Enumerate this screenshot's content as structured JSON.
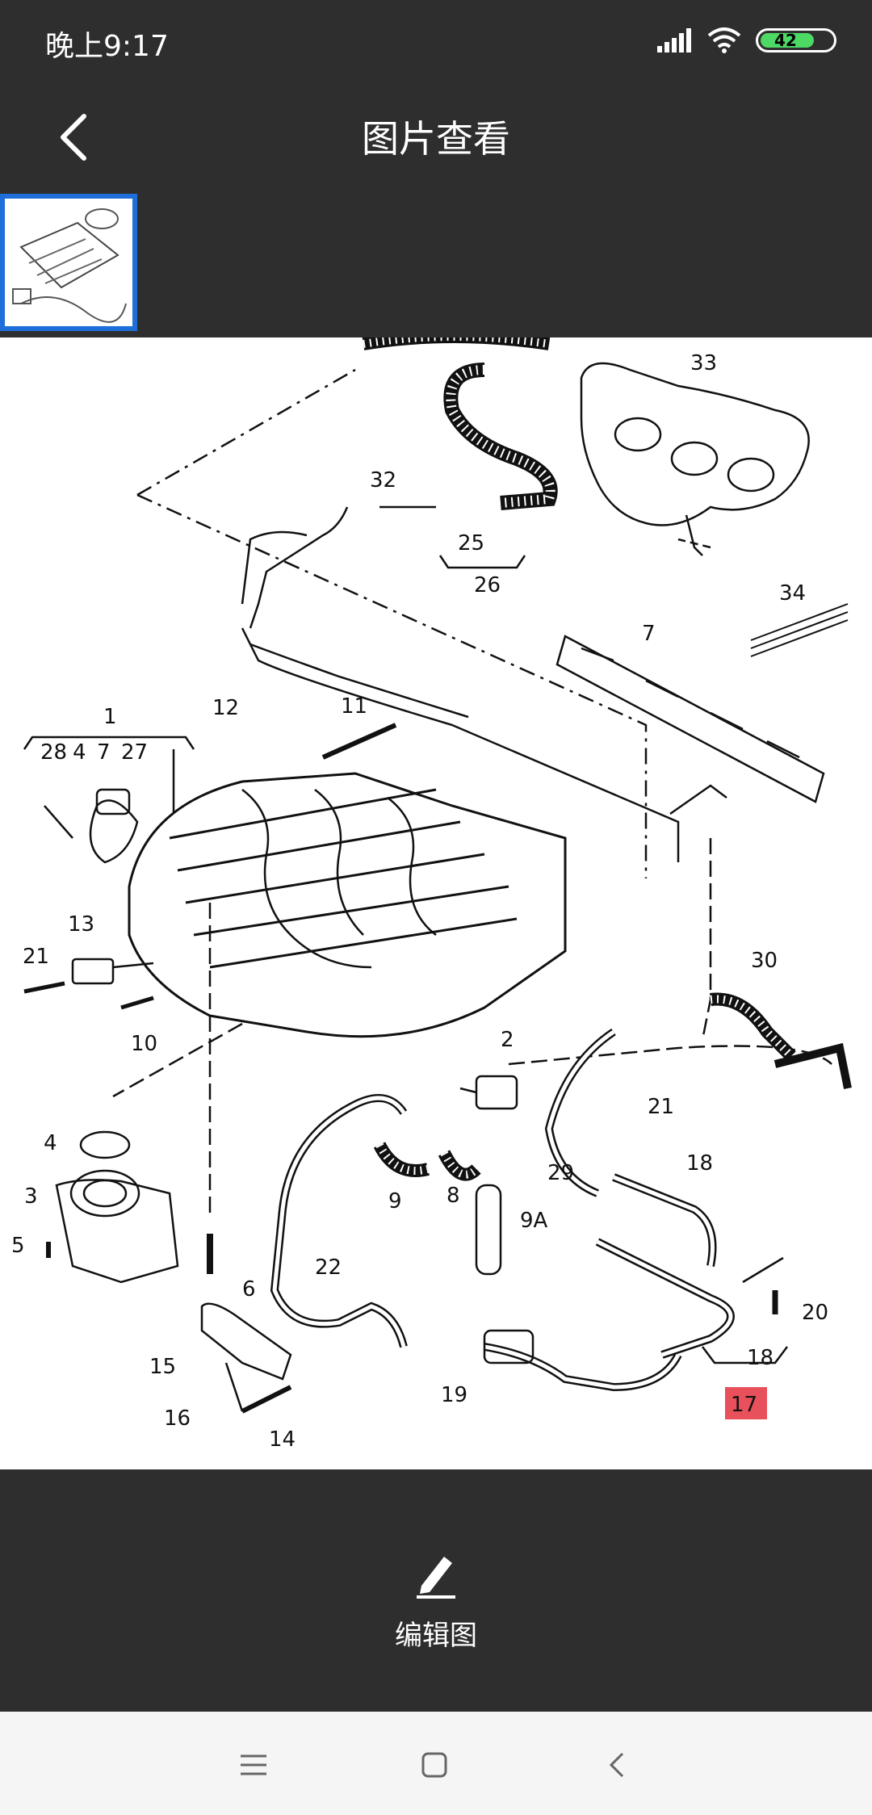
{
  "status_bar": {
    "time": "晚上9:17",
    "battery": "42"
  },
  "header": {
    "title": "图片查看"
  },
  "diagram": {
    "labels": [
      "33",
      "32",
      "25",
      "26",
      "34",
      "7",
      "1",
      "28",
      "4",
      "7",
      "27",
      "12",
      "11",
      "13",
      "21",
      "10",
      "30",
      "2",
      "4",
      "3",
      "5",
      "21",
      "18",
      "29",
      "9",
      "8",
      "9A",
      "22",
      "6",
      "15",
      "16",
      "14",
      "19",
      "20",
      "18",
      "17"
    ]
  },
  "bottom_panel": {
    "edit_label": "编辑图"
  },
  "colors": {
    "accent": "#1e6fd9",
    "highlight": "#e8505b",
    "bar": "#2e2e2e"
  }
}
